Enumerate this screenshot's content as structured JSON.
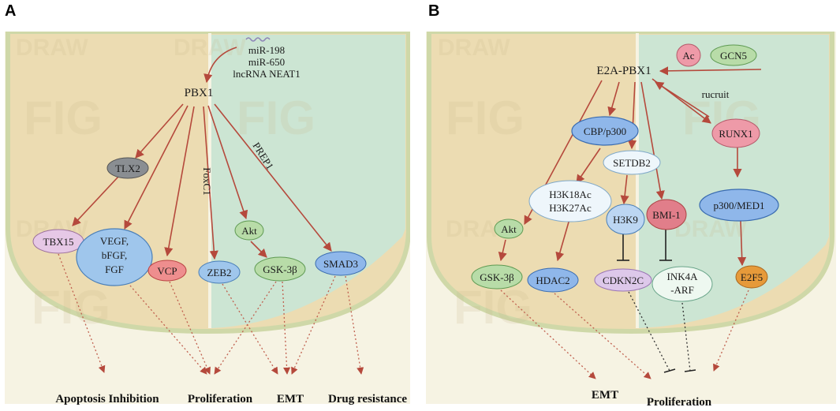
{
  "panel_a": {
    "label": "A",
    "mirna": [
      "miR-198",
      "miR-650",
      "lncRNA NEAT1"
    ],
    "hub": "PBX1",
    "nodes": {
      "tlx2": "TLX2",
      "tbx15": "TBX15",
      "vegf": [
        "VEGF,",
        "bFGF,",
        "FGF"
      ],
      "vcp": "VCP",
      "zeb2": "ZEB2",
      "akt": "Akt",
      "gsk3b": "GSK-3β",
      "smad3": "SMAD3"
    },
    "edge_labels": {
      "foxc1": "FoxC1",
      "prep1": "PREP1"
    },
    "outcomes": [
      "Apoptosis Inhibition",
      "Proliferation",
      "EMT",
      "Drug resistance"
    ]
  },
  "panel_b": {
    "label": "B",
    "hub": "E2A-PBX1",
    "nodes": {
      "ac": "Ac",
      "gcn5": "GCN5",
      "cbp": "CBP/p300",
      "setdb2": "SETDB2",
      "runx1": "RUNX1",
      "h3k": [
        "H3K18Ac",
        "H3K27Ac"
      ],
      "h3k9": "H3K9",
      "bmi1": "BMI-1",
      "p300med1": "p300/MED1",
      "akt": "Akt",
      "gsk3b": "GSK-3β",
      "hdac2": "HDAC2",
      "cdkn2c": "CDKN2C",
      "ink4a": [
        "INK4A",
        "-ARF"
      ],
      "e2f5": "E2F5"
    },
    "edge_labels": {
      "recruit": "rucruit"
    },
    "outcomes": [
      "EMT",
      "Proliferation"
    ]
  },
  "watermark": [
    "DRAW",
    "FIG"
  ],
  "colors": {
    "cytoplasm": "#ecdcb2",
    "nucleus": "#cce5d3",
    "membrane": "#d6dfb4",
    "background": "#f6f3e3",
    "arrow": "#b5493c",
    "blocker": "#222222"
  }
}
